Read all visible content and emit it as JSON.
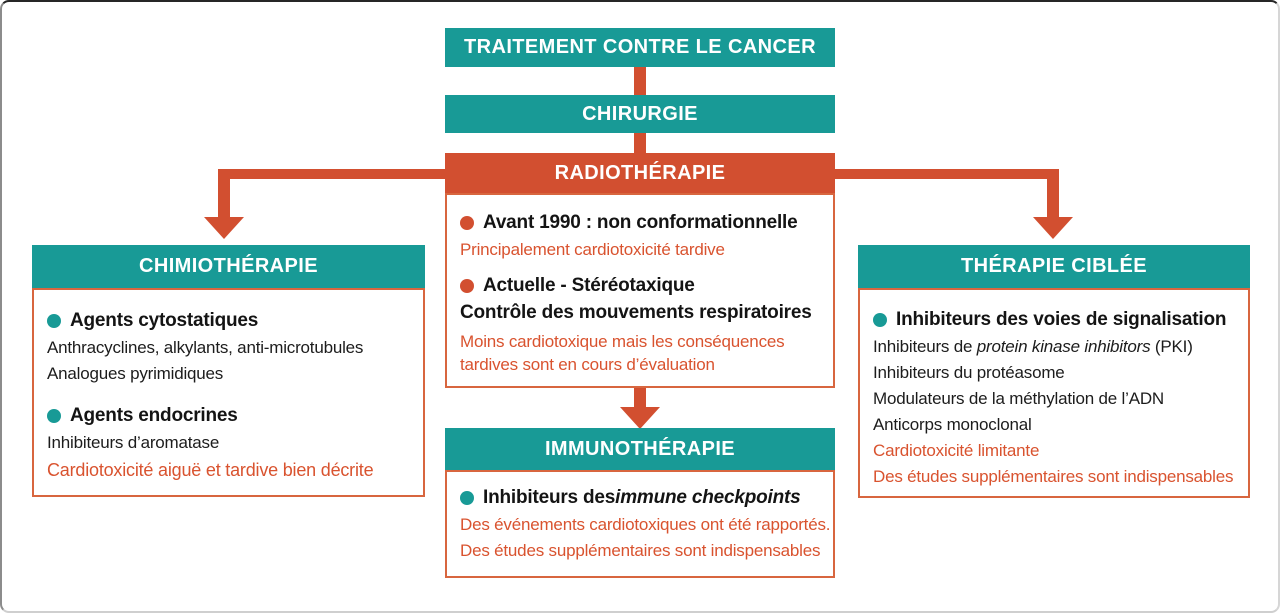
{
  "colors": {
    "teal": "#189A96",
    "orange": "#D24F30",
    "panel_border": "#D8663F",
    "note_text": "#D9532F",
    "body_text": "#1C1C1C",
    "background": "#FFFFFF"
  },
  "flow": {
    "top_banner": "TRAITEMENT CONTRE LE CANCER",
    "surgery_banner": "CHIRURGIE",
    "radiotherapy_banner": "RADIOTHÉRAPIE"
  },
  "radiotherapy_panel": {
    "bullet1_title": "Avant 1990 : non conformationnelle",
    "bullet1_note": "Principalement cardiotoxicité tardive",
    "bullet2_title": "Actuelle - Stéréotaxique",
    "bullet2_subtitle": "Contrôle des mouvements respiratoires",
    "bullet2_note_line1": "Moins cardiotoxique mais les conséquences",
    "bullet2_note_line2": "tardives sont en cours d’évaluation"
  },
  "chemotherapy_panel": {
    "header": "CHIMIOTHÉRAPIE",
    "bullet1_title": "Agents cytostatiques",
    "bullet1_line1": "Anthracyclines, alkylants, anti-microtubules",
    "bullet1_line2": "Analogues pyrimidiques",
    "bullet2_title": "Agents endocrines",
    "bullet2_line1": "Inhibiteurs d’aromatase",
    "bullet2_note": "Cardiotoxicité aiguë et tardive bien décrite"
  },
  "targeted_panel": {
    "header": "THÉRAPIE CIBLÉE",
    "bullet_title": "Inhibiteurs des voies de signalisation",
    "line1_pre": "Inhibiteurs de ",
    "line1_italic": "protein kinase inhibitors",
    "line1_post": " (PKI)",
    "line2": "Inhibiteurs du protéasome",
    "line3": "Modulateurs de la méthylation de l’ADN",
    "line4": "Anticorps monoclonal",
    "note1": "Cardiotoxicité limitante",
    "note2": "Des études supplémentaires sont indispensables"
  },
  "immunotherapy_panel": {
    "header": "IMMUNOTHÉRAPIE",
    "bullet_pre": "Inhibiteurs des ",
    "bullet_italic": "immune checkpoints",
    "note1": "Des événements cardiotoxiques ont été rapportés.",
    "note2": "Des études supplémentaires sont indispensables"
  }
}
